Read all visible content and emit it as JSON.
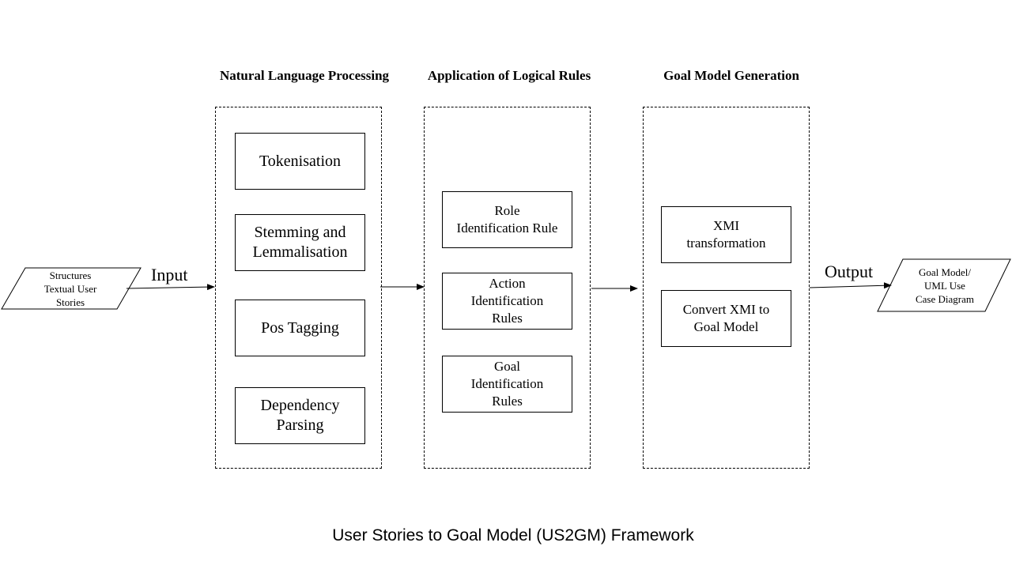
{
  "headings": {
    "nlp": "Natural Language Processing",
    "rules": "Application of Logical Rules",
    "goal": "Goal Model Generation"
  },
  "input_shape": {
    "lines": [
      "Structures",
      "Textual User",
      "Stories"
    ]
  },
  "output_shape": {
    "lines": [
      "Goal Model/",
      "UML Use",
      "Case Diagram"
    ]
  },
  "flow_labels": {
    "input": "Input",
    "output": "Output"
  },
  "nlp_steps": [
    {
      "lines": [
        "Tokenisation"
      ]
    },
    {
      "lines": [
        "Stemming and",
        "Lemmalisation"
      ]
    },
    {
      "lines": [
        "Pos Tagging"
      ]
    },
    {
      "lines": [
        "Dependency",
        "Parsing"
      ]
    }
  ],
  "rule_steps": [
    {
      "lines": [
        "Role",
        "Identification Rule"
      ]
    },
    {
      "lines": [
        "Action",
        "Identification",
        "Rules"
      ]
    },
    {
      "lines": [
        "Goal",
        "Identification",
        "Rules"
      ]
    }
  ],
  "goal_steps": [
    {
      "lines": [
        "XMI",
        "transformation"
      ]
    },
    {
      "lines": [
        "Convert XMI to",
        "Goal Model"
      ]
    }
  ],
  "caption": "User Stories to Goal Model (US2GM) Framework"
}
